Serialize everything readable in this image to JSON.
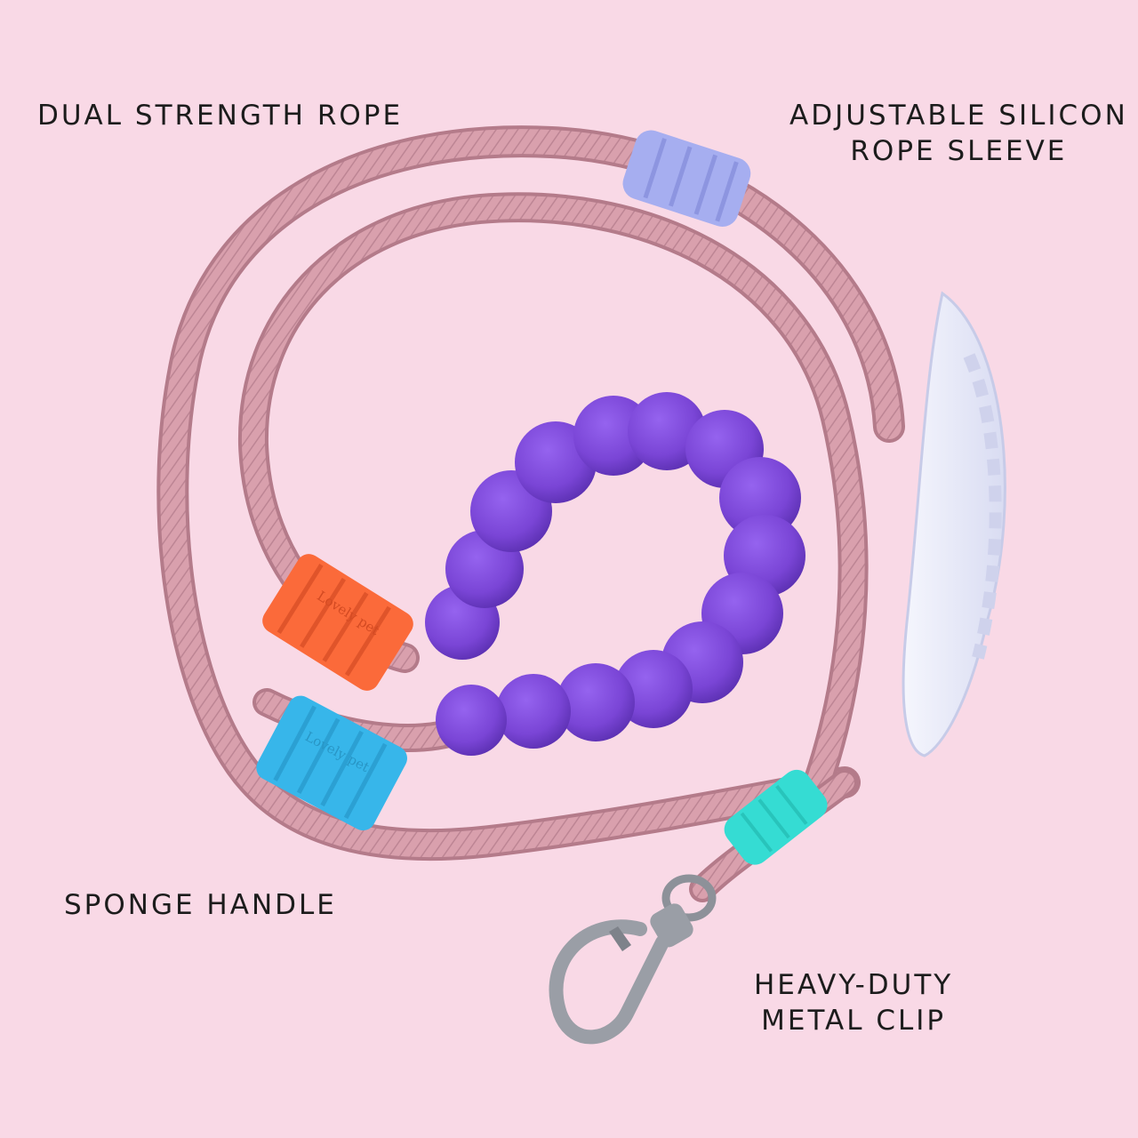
{
  "labels": {
    "rope": "DUAL STRENGTH ROPE",
    "sleeve_line1": "ADJUSTABLE SILICON",
    "sleeve_line2": "ROPE SLEEVE",
    "handle": "SPONGE HANDLE",
    "clip_line1": "HEAVY-DUTY",
    "clip_line2": "METAL CLIP"
  },
  "embossed_text": {
    "orange_sleeve": "Lovely pet",
    "blue_sleeve": "Lovely pet"
  },
  "colors": {
    "background": "#f9d9e6",
    "rope": "#d9a0ad",
    "rope_dark": "#b47b8a",
    "handle": "#7a45d6",
    "sleeve_lavender": "#a6aef0",
    "sleeve_orange": "#fb6a3a",
    "sleeve_blue": "#37b6ea",
    "sleeve_teal": "#35dcd3",
    "bag_dispenser": "#eef0fb",
    "metal": "#9a9ea6"
  },
  "icons": {
    "clip": "carabiner-icon",
    "dispenser": "poop-bag-dispenser-icon"
  }
}
